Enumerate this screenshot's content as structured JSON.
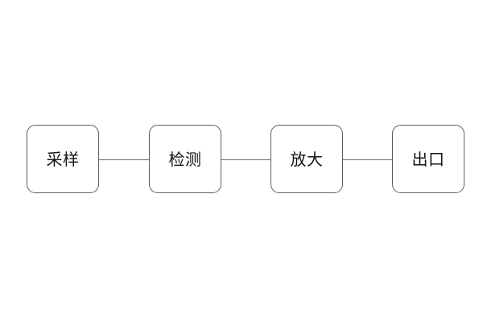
{
  "diagram": {
    "title": "",
    "type": "linear-flow",
    "background_color": "#ffffff",
    "node_fill_color": "#ffffff",
    "node_border_color": "#5f5f5f",
    "connector_color": "#6b6b6b",
    "label_color": "#141414",
    "nodes": [
      {
        "id": "sampling",
        "label": "采样"
      },
      {
        "id": "detection",
        "label": "检测"
      },
      {
        "id": "amplification",
        "label": "放大"
      },
      {
        "id": "outlet",
        "label": "出口"
      }
    ],
    "connectors": [
      {
        "from": "sampling",
        "to": "detection"
      },
      {
        "from": "detection",
        "to": "amplification"
      },
      {
        "from": "amplification",
        "to": "outlet"
      }
    ]
  }
}
